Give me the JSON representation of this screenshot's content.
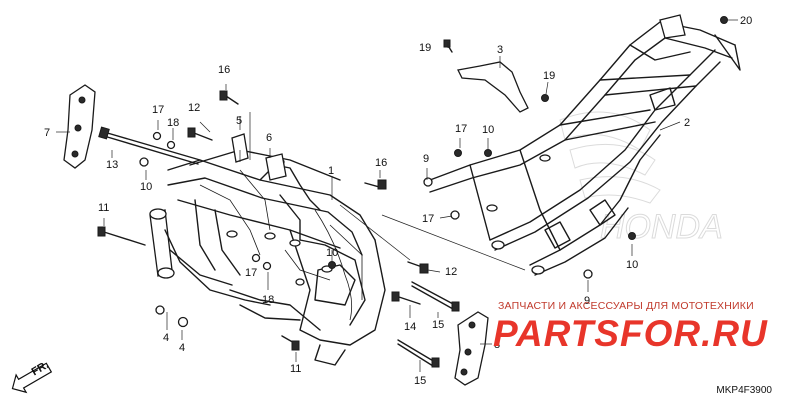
{
  "diagram": {
    "labels": [
      "1",
      "2",
      "3",
      "4",
      "4",
      "5",
      "6",
      "7",
      "8",
      "9",
      "9",
      "10",
      "10",
      "10",
      "10",
      "11",
      "11",
      "12",
      "12",
      "13",
      "14",
      "15",
      "15",
      "16",
      "16",
      "17",
      "17",
      "17",
      "18",
      "18",
      "19",
      "19",
      "20"
    ],
    "direction_label": "FR.",
    "watermark_text": "ЗАПЧАСТИ И АКСЕССУАРЫ ДЛЯ МОТОТЕХНИКИ",
    "watermark_logo": "PARTSFOR.RU",
    "background_logo": "HONDA",
    "diagram_code": "MKP4F3900",
    "colors": {
      "line": "#1a1a1a",
      "watermark": "#e8352a"
    }
  }
}
